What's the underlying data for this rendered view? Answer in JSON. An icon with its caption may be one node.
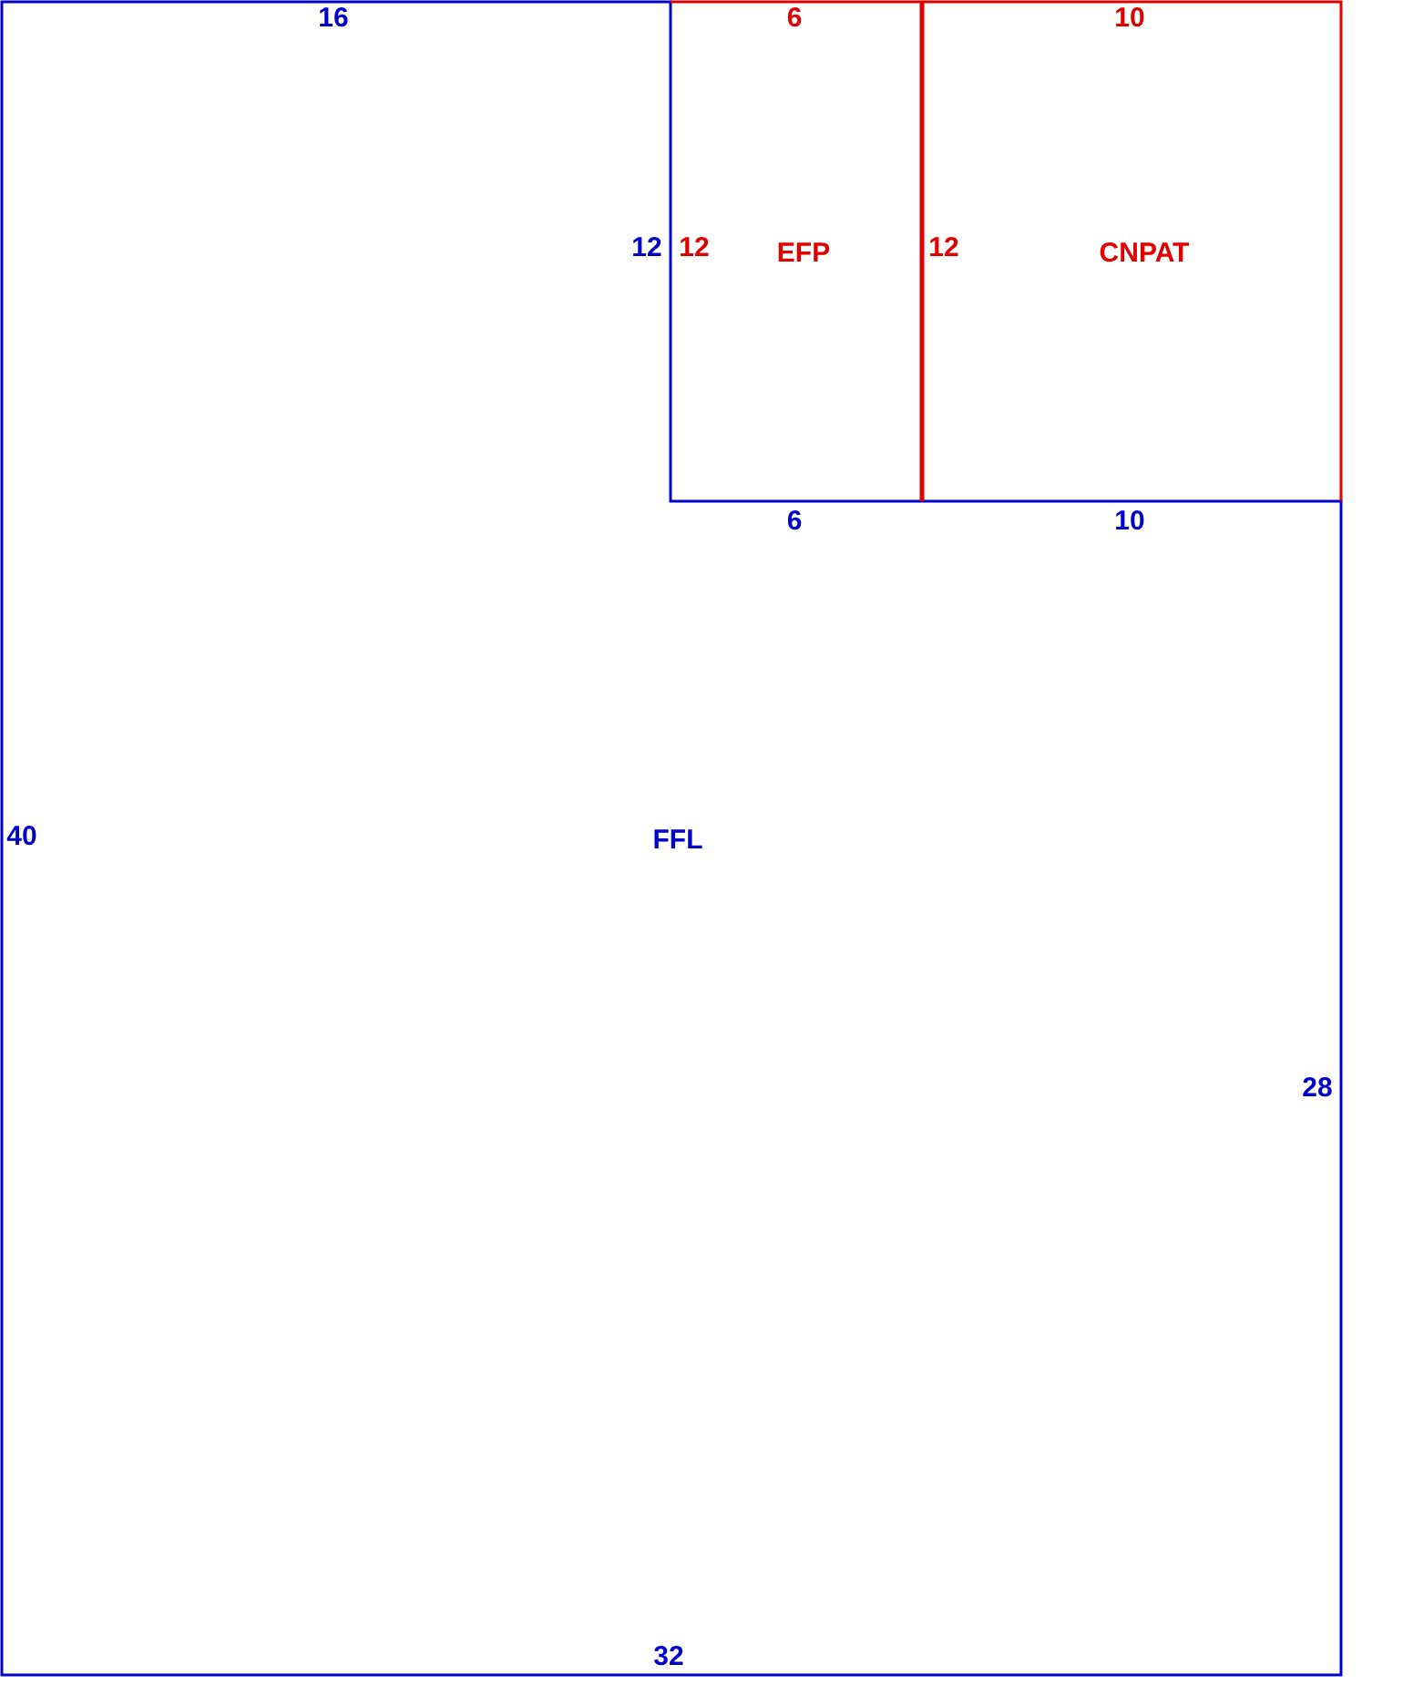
{
  "diagram": {
    "nodes": [
      {
        "text": [
          "FFL"
        ]
      },
      {
        "text": [
          "EFP"
        ]
      },
      {
        "text": [
          "CNPAT"
        ]
      }
    ],
    "labels": [
      "16",
      "6",
      "10",
      "12",
      "12",
      "12",
      "6",
      "10",
      "40",
      "28",
      "32"
    ]
  }
}
